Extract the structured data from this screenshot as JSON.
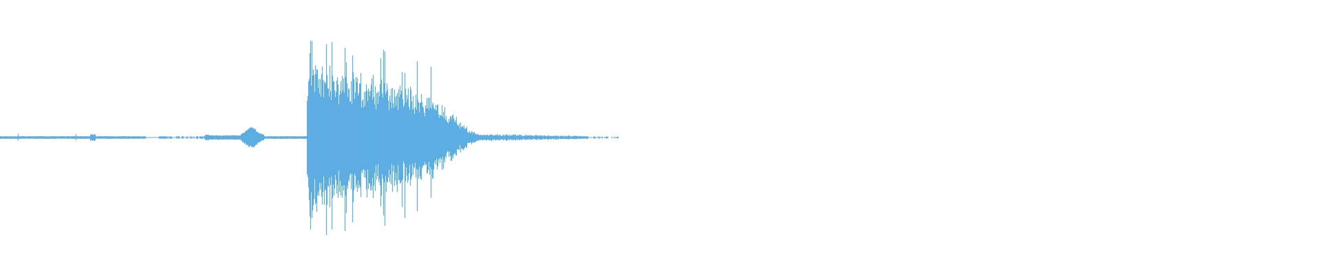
{
  "colors": {
    "background": "#ffffff",
    "waveform": "#5dade2"
  },
  "waveform": {
    "duration_fraction_shown": 0.47,
    "events": [
      {
        "name": "pre-noise",
        "start": 0.0,
        "end": 0.155,
        "level": 0.015
      },
      {
        "name": "small-bump",
        "start": 0.183,
        "end": 0.2,
        "level": 0.07
      },
      {
        "name": "main-hit",
        "start": 0.232,
        "end": 0.33,
        "level": 0.98
      },
      {
        "name": "tail",
        "start": 0.33,
        "end": 0.47,
        "level": 0.02
      }
    ]
  }
}
